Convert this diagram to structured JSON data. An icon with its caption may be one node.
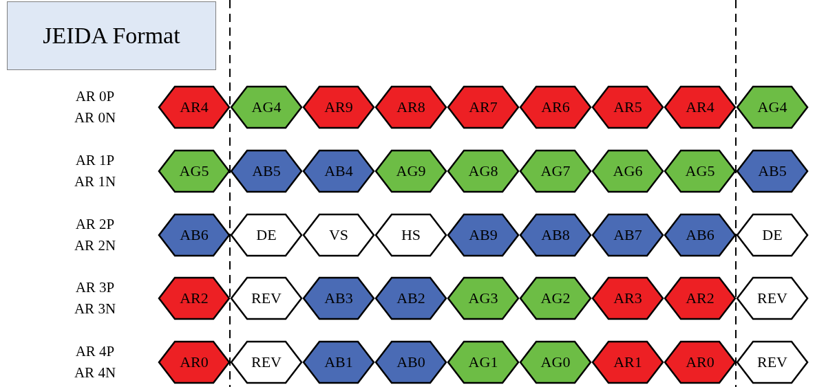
{
  "diagram": {
    "nodes": [
      {
        "text": [
          "JEIDA Format"
        ]
      },
      {
        "text": [
          "AR4"
        ]
      },
      {
        "text": [
          "AG4"
        ]
      },
      {
        "text": [
          "AR9"
        ]
      },
      {
        "text": [
          "AR8"
        ]
      },
      {
        "text": [
          "AR7"
        ]
      },
      {
        "text": [
          "AR6"
        ]
      },
      {
        "text": [
          "AR5"
        ]
      },
      {
        "text": [
          "AR4"
        ]
      },
      {
        "text": [
          "AG4"
        ]
      },
      {
        "text": [
          "AG5"
        ]
      },
      {
        "text": [
          "AB5"
        ]
      },
      {
        "text": [
          "AB4"
        ]
      },
      {
        "text": [
          "AG9"
        ]
      },
      {
        "text": [
          "AG8"
        ]
      },
      {
        "text": [
          "AG7"
        ]
      },
      {
        "text": [
          "AG6"
        ]
      },
      {
        "text": [
          "AG5"
        ]
      },
      {
        "text": [
          "AB5"
        ]
      },
      {
        "text": [
          "AB6"
        ]
      },
      {
        "text": [
          "DE"
        ]
      },
      {
        "text": [
          "VS"
        ]
      },
      {
        "text": [
          "HS"
        ]
      },
      {
        "text": [
          "AB9"
        ]
      },
      {
        "text": [
          "AB8"
        ]
      },
      {
        "text": [
          "AB7"
        ]
      },
      {
        "text": [
          "AB6"
        ]
      },
      {
        "text": [
          "DE"
        ]
      },
      {
        "text": [
          "AR2"
        ]
      },
      {
        "text": [
          "REV"
        ]
      },
      {
        "text": [
          "AB3"
        ]
      },
      {
        "text": [
          "AB2"
        ]
      },
      {
        "text": [
          "AG3"
        ]
      },
      {
        "text": [
          "AG2"
        ]
      },
      {
        "text": [
          "AR3"
        ]
      },
      {
        "text": [
          "AR2"
        ]
      },
      {
        "text": [
          "REV"
        ]
      },
      {
        "text": [
          "AR0"
        ]
      },
      {
        "text": [
          "REV"
        ]
      },
      {
        "text": [
          "AB1"
        ]
      },
      {
        "text": [
          "AB0"
        ]
      },
      {
        "text": [
          "AG1"
        ]
      },
      {
        "text": [
          "AG0"
        ]
      },
      {
        "text": [
          "AR1"
        ]
      },
      {
        "text": [
          "AR0"
        ]
      },
      {
        "text": [
          "REV"
        ]
      }
    ],
    "labels": [
      "AR 0P",
      "AR 0N",
      "AR 1P",
      "AR 1N",
      "AR 2P",
      "AR 2N",
      "AR 3P",
      "AR 3N",
      "AR 4P",
      "AR 4N"
    ]
  }
}
